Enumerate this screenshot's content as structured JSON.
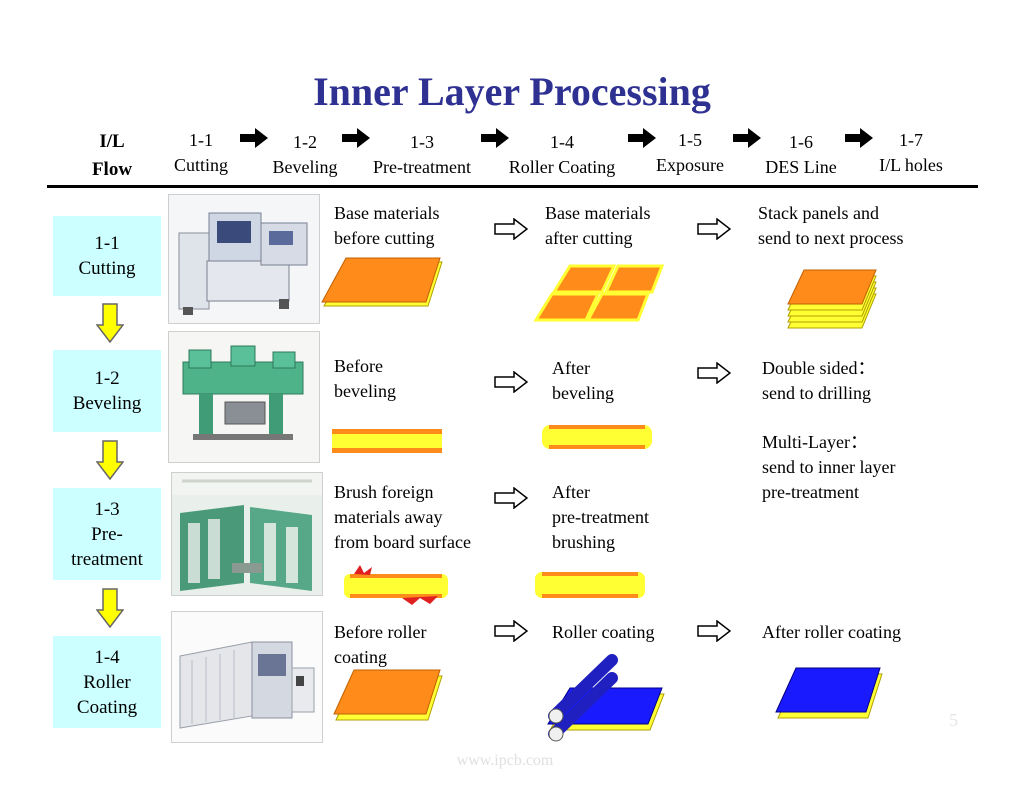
{
  "title": "Inner Layer Processing",
  "flow_header": {
    "line1": "I/L",
    "line2": "Flow"
  },
  "flow_steps": [
    {
      "num": "1-1",
      "label": "Cutting"
    },
    {
      "num": "1-2",
      "label": "Beveling"
    },
    {
      "num": "1-3",
      "label": "Pre-treatment"
    },
    {
      "num": "1-4",
      "label": "Roller Coating"
    },
    {
      "num": "1-5",
      "label": "Exposure"
    },
    {
      "num": "1-6",
      "label": "DES Line"
    },
    {
      "num": "1-7",
      "label": "I/L holes"
    }
  ],
  "stages": [
    {
      "num": "1-1",
      "line1": "Cutting",
      "line2": ""
    },
    {
      "num": "1-2",
      "line1": "Beveling",
      "line2": ""
    },
    {
      "num": "1-3",
      "line1": "Pre-",
      "line2": "treatment"
    },
    {
      "num": "1-4",
      "line1": "Roller",
      "line2": "Coating"
    }
  ],
  "rows": {
    "cutting": {
      "before": [
        "Base materials",
        "before cutting"
      ],
      "after": [
        "Base materials",
        "after cutting"
      ],
      "next": [
        "Stack panels and",
        "send to next process"
      ]
    },
    "beveling": {
      "before": [
        "Before",
        "beveling"
      ],
      "after": [
        "After",
        "beveling"
      ],
      "next_double": [
        "Double sided：",
        "send to drilling"
      ],
      "next_multi": [
        "Multi-Layer：",
        "send to inner layer",
        "pre-treatment"
      ]
    },
    "pretreatment": {
      "before": [
        "Brush foreign",
        "materials away",
        "from board surface"
      ],
      "after": [
        "After",
        "pre-treatment",
        "brushing"
      ]
    },
    "coating": {
      "before": [
        "Before roller",
        "coating"
      ],
      "after": [
        "Roller coating"
      ],
      "next": [
        "After roller coating"
      ]
    }
  },
  "colors": {
    "title": "#2e3192",
    "stage_box": "#ccffff",
    "board_orange": "#ff8c1a",
    "board_yellow": "#ffff33",
    "coating_blue": "#1a1aff",
    "down_arrow": "#ffff00"
  },
  "page_number": "5",
  "footer": "www.ipcb.com"
}
